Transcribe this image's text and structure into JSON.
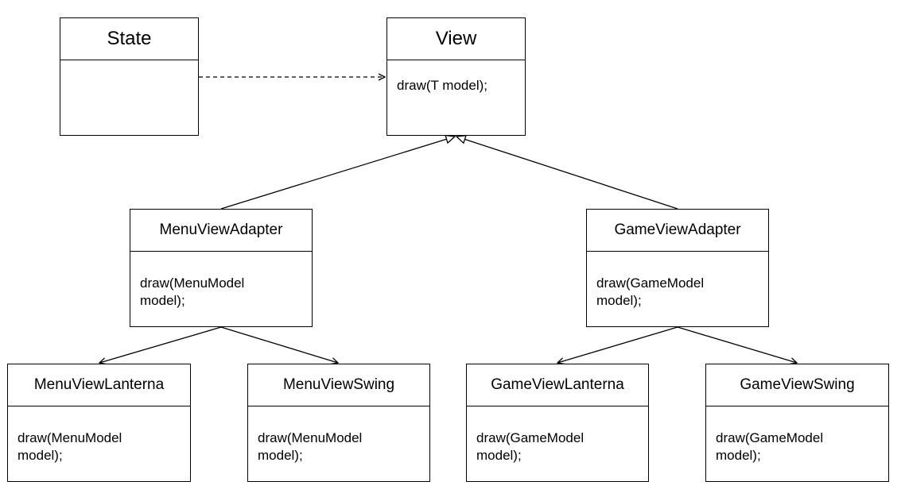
{
  "classes": {
    "state": {
      "name": "State",
      "members": ""
    },
    "view": {
      "name": "View",
      "members": "draw(T model);"
    },
    "menu_view_adapter": {
      "name": "MenuViewAdapter",
      "members": "draw(MenuModel\nmodel);"
    },
    "game_view_adapter": {
      "name": "GameViewAdapter",
      "members": "draw(GameModel\nmodel);"
    },
    "menu_view_lanterna": {
      "name": "MenuViewLanterna",
      "members": "draw(MenuModel\nmodel);"
    },
    "menu_view_swing": {
      "name": "MenuViewSwing",
      "members": "draw(MenuModel\nmodel);"
    },
    "game_view_lanterna": {
      "name": "GameViewLanterna",
      "members": "draw(GameModel\nmodel);"
    },
    "game_view_swing": {
      "name": "GameViewSwing",
      "members": "draw(GameModel\nmodel);"
    }
  },
  "relations": [
    {
      "from": "State",
      "to": "View",
      "kind": "dependency"
    },
    {
      "from": "MenuViewAdapter",
      "to": "View",
      "kind": "inheritance"
    },
    {
      "from": "GameViewAdapter",
      "to": "View",
      "kind": "inheritance"
    },
    {
      "from": "MenuViewAdapter",
      "to": "MenuViewLanterna",
      "kind": "association"
    },
    {
      "from": "MenuViewAdapter",
      "to": "MenuViewSwing",
      "kind": "association"
    },
    {
      "from": "GameViewAdapter",
      "to": "GameViewLanterna",
      "kind": "association"
    },
    {
      "from": "GameViewAdapter",
      "to": "GameViewSwing",
      "kind": "association"
    }
  ]
}
